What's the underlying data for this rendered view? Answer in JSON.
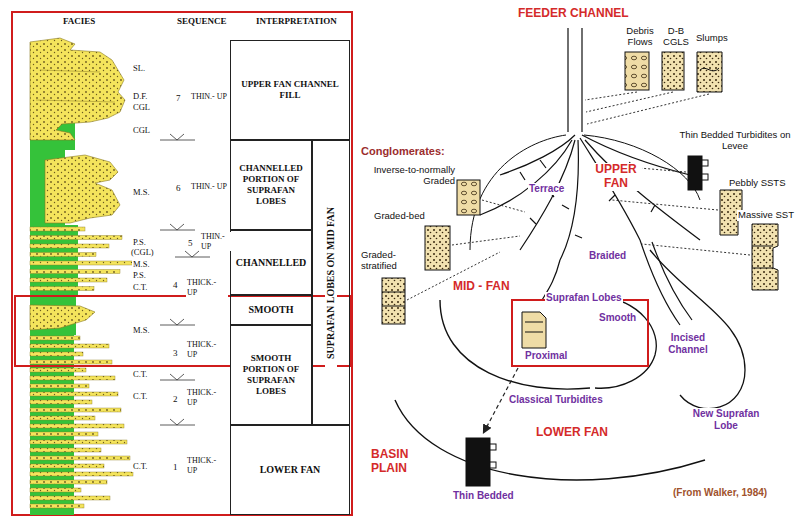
{
  "diagram": {
    "nodes": [
      {
        "text": [
          "UPPER FAN CHANNEL FILL"
        ]
      },
      {
        "text": [
          "CHANNELLED PORTION OF SUPRAFAN LOBES"
        ]
      },
      {
        "text": [
          "SUPRAFAN LOBES ON MID FAN"
        ]
      },
      {
        "text": [
          "CHANNELLED"
        ]
      },
      {
        "text": [
          "SMOOTH"
        ]
      },
      {
        "text": [
          "SMOOTH PORTION OF SUPRAFAN LOBES"
        ]
      },
      {
        "text": [
          "LOWER FAN"
        ]
      }
    ],
    "labels": [
      "FACIES",
      "SEQUENCE",
      "INTERPRETATION",
      "SL.",
      "D.F.",
      "CGL",
      "CGL",
      "M.S.",
      "P.S.",
      "(CGL)",
      "M.S.",
      "P.S.",
      "C.T.",
      "M.S.",
      "C.T.",
      "C.T.",
      "C.T.",
      "7",
      "THIN.- UP",
      "6",
      "THIN.- UP",
      "5",
      "THIN.- UP",
      "4",
      "THICK.- UP",
      "3",
      "THICK.- UP",
      "2",
      "THICK.- UP",
      "1",
      "THICK.- UP",
      "FEEDER CHANNEL",
      "Debris Flows",
      "D-B CGLS",
      "Slumps",
      "Conglomerates:",
      "Inverse-to-normally Graded",
      "Graded-bed",
      "Graded-stratified",
      "Terrace",
      "UPPER FAN",
      "Thin Bedded Turbidites on Levee",
      "Pebbly SSTS",
      "Massive SST",
      "Braided",
      "MID - FAN",
      "Suprafan Lobes",
      "Smooth",
      "Proximal",
      "Incised Channel",
      "Classical Turbidites",
      "LOWER FAN",
      "New Suprafan Lobe",
      "BASIN PLAIN",
      "Thin Bedded",
      "(From Walker, 1984)"
    ]
  }
}
